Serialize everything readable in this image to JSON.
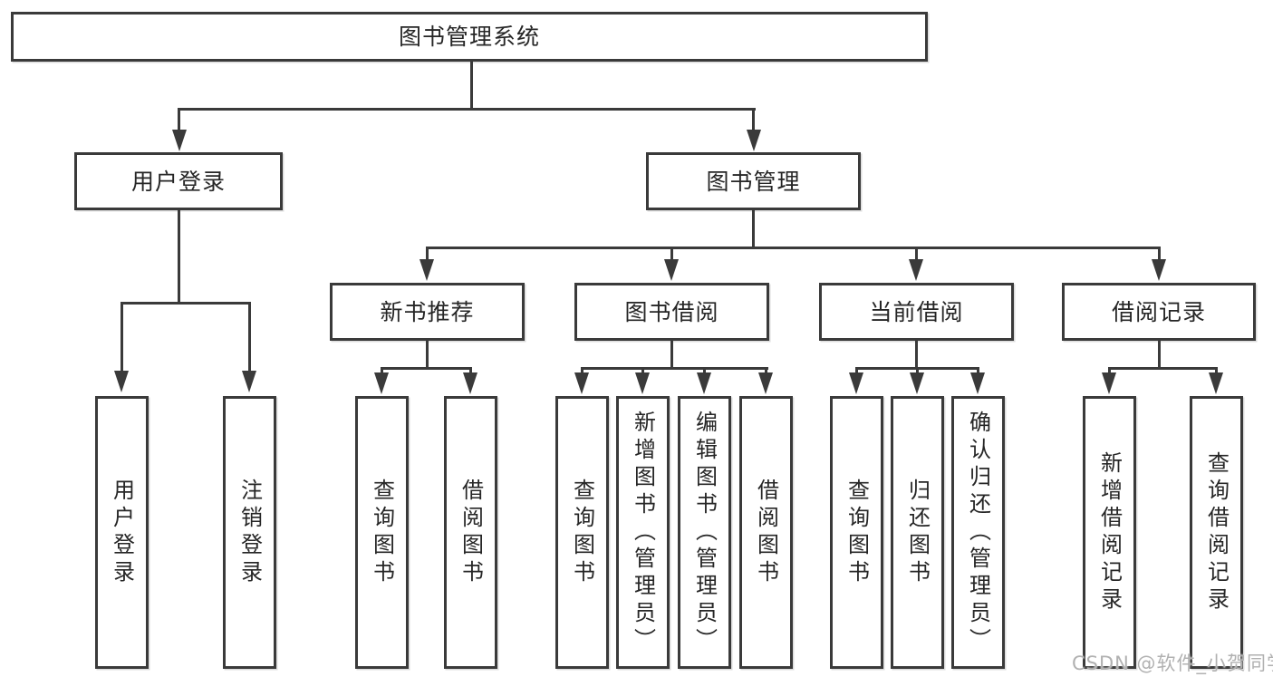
{
  "diagram": {
    "root": {
      "label": "图书管理系统"
    },
    "level2": {
      "user_login": {
        "label": "用户登录"
      },
      "book_mgmt": {
        "label": "图书管理"
      }
    },
    "level3": {
      "new_book_rec": {
        "label": "新书推荐"
      },
      "book_borrow": {
        "label": "图书借阅"
      },
      "current_borrow": {
        "label": "当前借阅"
      },
      "borrow_records": {
        "label": "借阅记录"
      }
    },
    "leaves": {
      "ul_user_login": {
        "label": "用户登录"
      },
      "ul_logout": {
        "label": "注销登录"
      },
      "nb_query_books": {
        "label": "查询图书"
      },
      "nb_borrow_books": {
        "label": "借阅图书"
      },
      "bb_query_books": {
        "label": "查询图书"
      },
      "bb_add_books": {
        "label": "新增图书（管理员）"
      },
      "bb_edit_books": {
        "label": "编辑图书（管理员）"
      },
      "bb_borrow_books": {
        "label": "借阅图书"
      },
      "cb_query_books": {
        "label": "查询图书"
      },
      "cb_return_books": {
        "label": "归还图书"
      },
      "cb_confirm_return": {
        "label": "确认归还（管理员）"
      },
      "br_add_record": {
        "label": "新增借阅记录"
      },
      "br_query_record": {
        "label": "查询借阅记录"
      }
    },
    "watermark": "CSDN @软件_小贺同学",
    "colors": {
      "line": "#3a3a3a",
      "text": "#262626",
      "watermark": "#b1b1b1",
      "background": "#ffffff"
    }
  }
}
